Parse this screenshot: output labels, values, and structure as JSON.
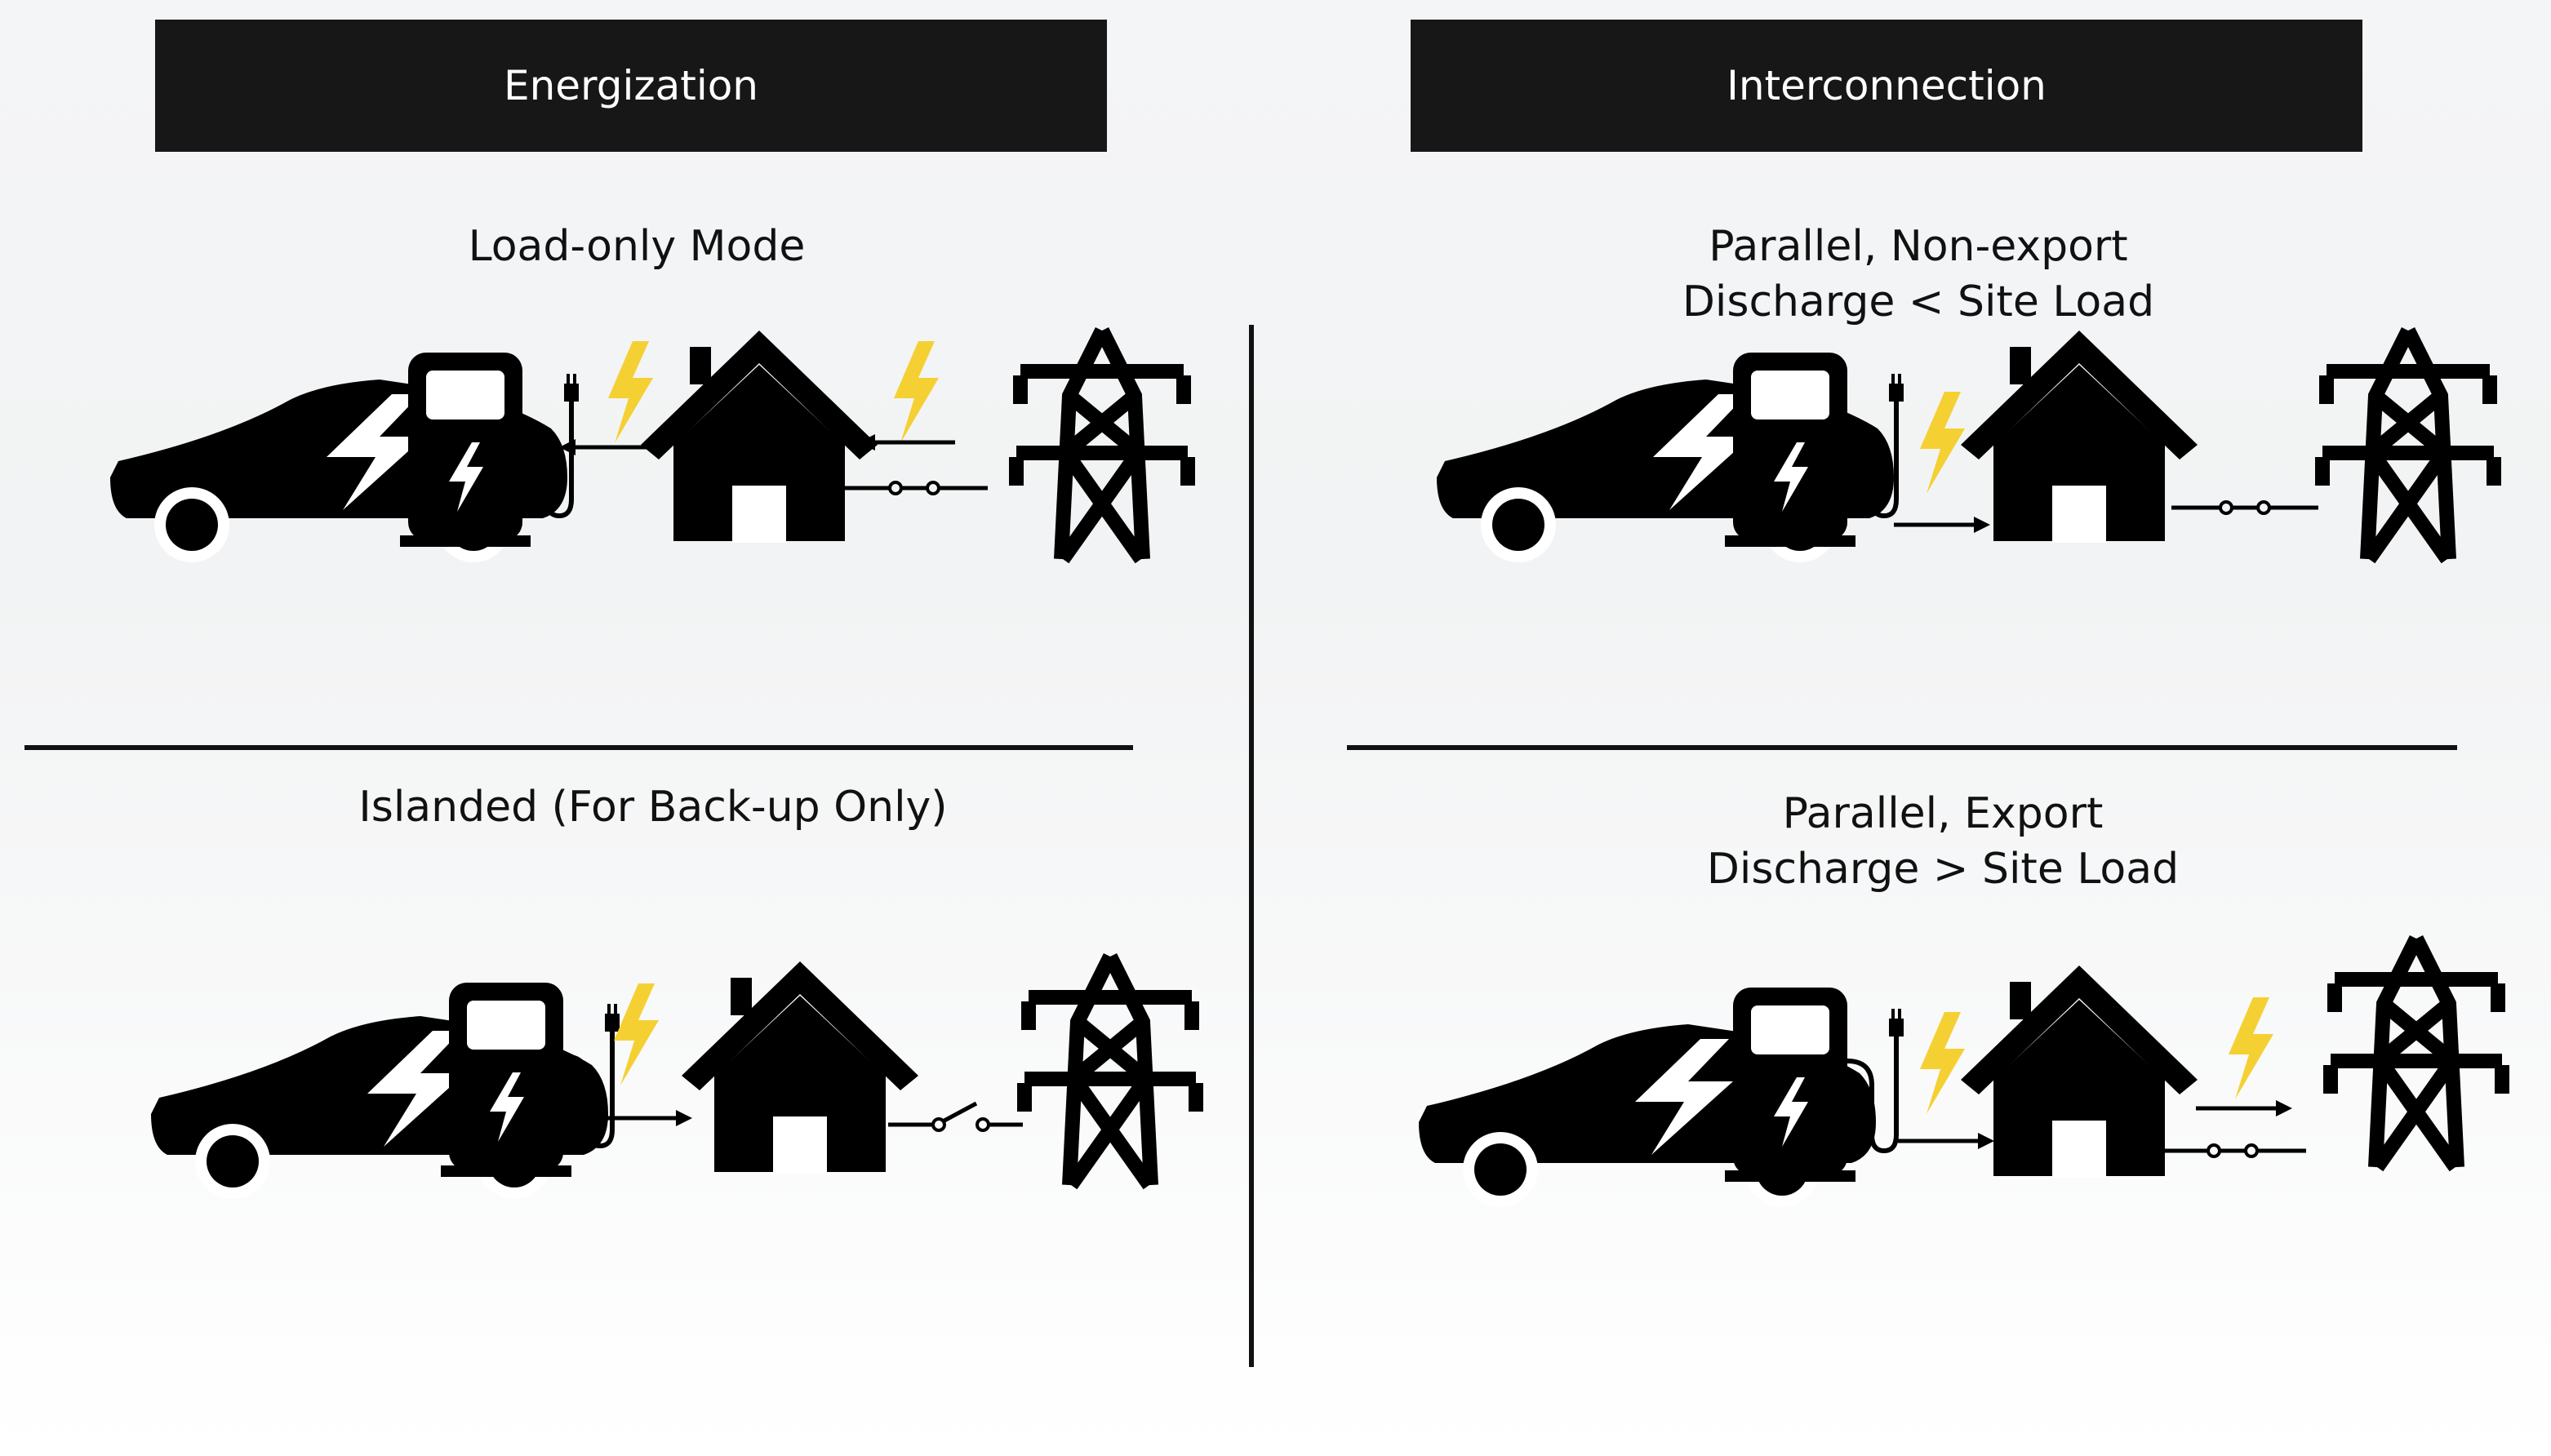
{
  "headers": {
    "left": "Energization",
    "right": "Interconnection"
  },
  "scenarios": {
    "load_only": {
      "title": "Load-only Mode"
    },
    "islanded": {
      "title": "Islanded (For Back-up Only)"
    },
    "non_export": {
      "line1": "Parallel, Non-export",
      "line2": "Discharge < Site Load"
    },
    "export": {
      "line1": "Parallel, Export",
      "line2": "Discharge > Site Load"
    }
  },
  "colors": {
    "header_bg": "#171717",
    "bolt": "#f5d033",
    "icon": "#000000",
    "divider": "#111111"
  },
  "icons": [
    "ev-car-icon",
    "charging-station-icon",
    "house-icon",
    "transmission-tower-icon",
    "lightning-bolt-icon",
    "switch-icon",
    "arrow-icon"
  ]
}
